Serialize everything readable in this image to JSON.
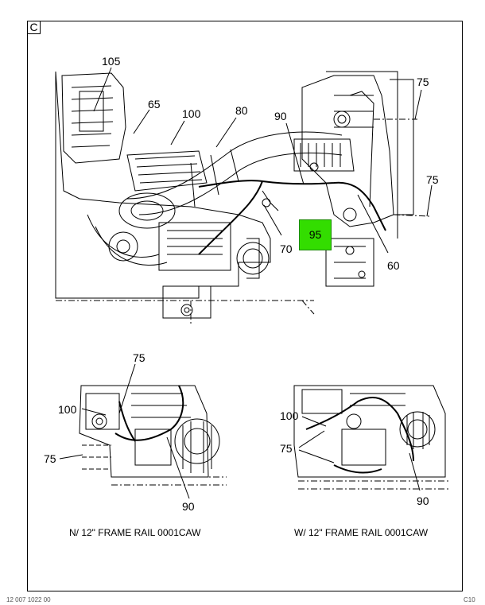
{
  "view_letter": "C",
  "callouts": {
    "c105": "105",
    "c65": "65",
    "c100_main": "100",
    "c80": "80",
    "c90_main": "90",
    "c75_top": "75",
    "c75_right": "75",
    "c95": "95",
    "c70": "70",
    "c60": "60",
    "c75_inset_left_top": "75",
    "c100_inset_left": "100",
    "c75_inset_left_side": "75",
    "c90_inset_left": "90",
    "c100_inset_right": "100",
    "c75_inset_right": "75",
    "c90_inset_right": "90"
  },
  "captions": {
    "left": "N/ 12\" FRAME RAIL 0001CAW",
    "right": "W/ 12\" FRAME RAIL 0001CAW"
  },
  "footer": {
    "left": "12 007 1022 00",
    "right": "C10"
  },
  "colors": {
    "highlight": "#33dd00"
  }
}
